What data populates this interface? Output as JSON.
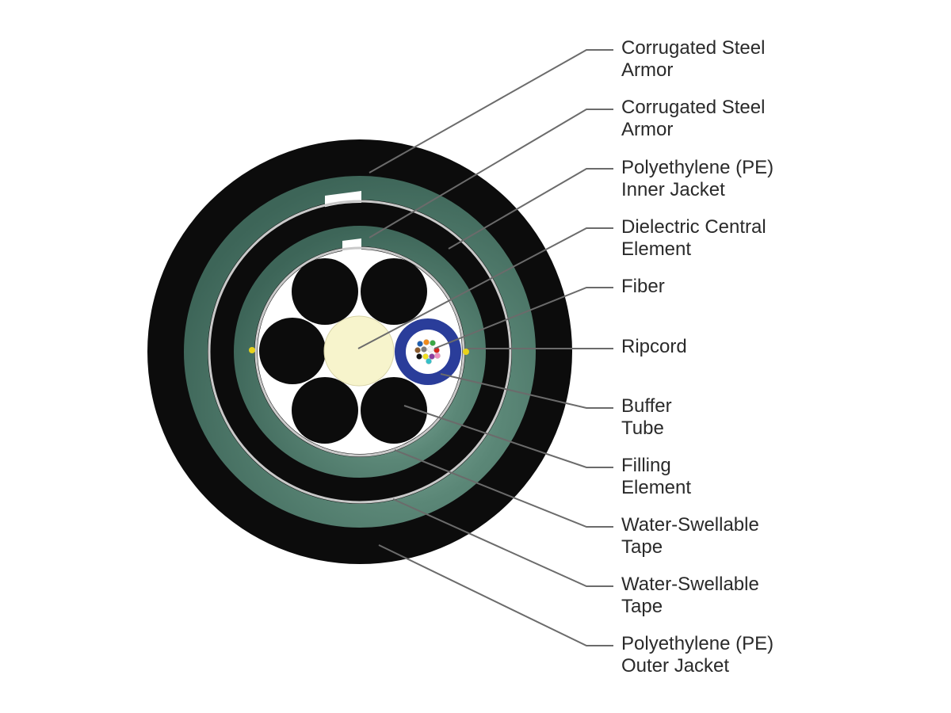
{
  "diagram": {
    "labels": [
      {
        "line1": "Corrugated Steel",
        "line2": "Armor"
      },
      {
        "line1": "Corrugated Steel",
        "line2": "Armor"
      },
      {
        "line1": "Polyethylene (PE)",
        "line2": "Inner Jacket"
      },
      {
        "line1": "Dielectric Central",
        "line2": "Element"
      },
      {
        "line1": "Fiber",
        "line2": ""
      },
      {
        "line1": "Ripcord",
        "line2": ""
      },
      {
        "line1": "Buffer",
        "line2": "Tube"
      },
      {
        "line1": "Filling",
        "line2": "Element"
      },
      {
        "line1": "Water-Swellable",
        "line2": "Tape"
      },
      {
        "line1": "Water-Swellable",
        "line2": "Tape"
      },
      {
        "line1": "Polyethylene (PE)",
        "line2": "Outer Jacket"
      }
    ],
    "colors": {
      "jacket": "#0c0c0c",
      "armor": "#4f7a6c",
      "armor_highlight": "#8fb8a9",
      "tape": "#c9c9c9",
      "core_fill": "#ffffff",
      "central_element": "#f7f4cc",
      "buffer_tube": "#2a3d9a",
      "ripcord": "#e8d21a",
      "leader_line": "#6b6b6b"
    },
    "fiber_colors": [
      "#1f5fb0",
      "#f08a1a",
      "#3aa845",
      "#8a5a2b",
      "#7a7a7a",
      "#f4f4f4",
      "#d8241c",
      "#111111",
      "#f0e020",
      "#8b3ea0",
      "#f090c0",
      "#35c0c8"
    ]
  }
}
